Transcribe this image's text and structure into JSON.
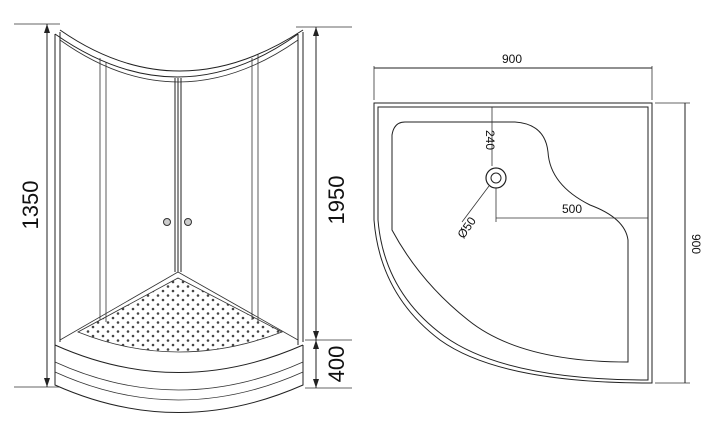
{
  "front_view": {
    "dim_total_height": "1350",
    "dim_door_height": "1950",
    "dim_tray_height": "400"
  },
  "plan_view": {
    "dim_width": "900",
    "dim_depth": "900",
    "dim_drain_offset": "240",
    "dim_drain_to_edge": "500",
    "dim_drain_diameter": "Ø50"
  }
}
